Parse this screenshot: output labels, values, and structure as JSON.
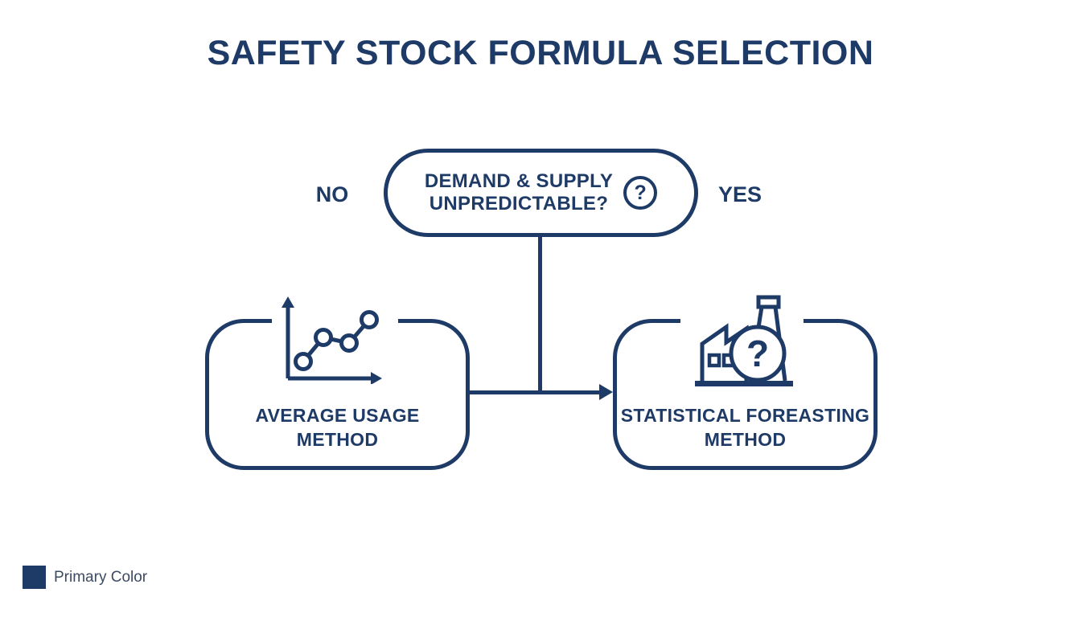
{
  "title": "SAFETY STOCK FORMULA SELECTION",
  "colors": {
    "primary": "#1e3a66",
    "background": "#ffffff",
    "legend_text": "#3d4a63"
  },
  "decision": {
    "label": "DEMAND & SUPPLY\nUNPREDICTABLE?",
    "help_glyph": "?",
    "no_label": "NO",
    "yes_label": "YES"
  },
  "outcomes": {
    "left": {
      "label": "AVERAGE USAGE\nMETHOD",
      "icon": "trend-chart-icon"
    },
    "right": {
      "label": "STATISTICAL FOREASTING\nMETHOD",
      "icon": "factory-question-icon",
      "question_glyph": "?"
    }
  },
  "legend": {
    "label": "Primary Color",
    "swatch_color": "#1e3a66"
  }
}
